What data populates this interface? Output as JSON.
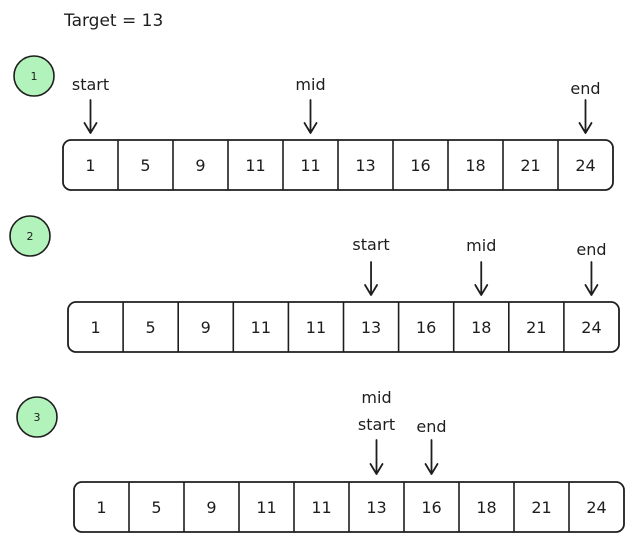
{
  "title": "Target = 13",
  "array": [
    "1",
    "5",
    "9",
    "11",
    "11",
    "13",
    "16",
    "18",
    "21",
    "24"
  ],
  "colors": {
    "stroke": "#1e1e1e",
    "step_fill": "#b2f2bb",
    "background": "#ffffff"
  },
  "steps": [
    {
      "label": "1",
      "pointers": [
        {
          "name": "start",
          "index": 0
        },
        {
          "name": "mid",
          "index": 4
        },
        {
          "name": "end",
          "index": 9
        }
      ]
    },
    {
      "label": "2",
      "pointers": [
        {
          "name": "start",
          "index": 5
        },
        {
          "name": "mid",
          "index": 7
        },
        {
          "name": "end",
          "index": 9
        }
      ]
    },
    {
      "label": "3",
      "pointers": [
        {
          "name": "mid",
          "index": 5
        },
        {
          "name": "start",
          "index": 5
        },
        {
          "name": "end",
          "index": 6
        }
      ]
    }
  ]
}
